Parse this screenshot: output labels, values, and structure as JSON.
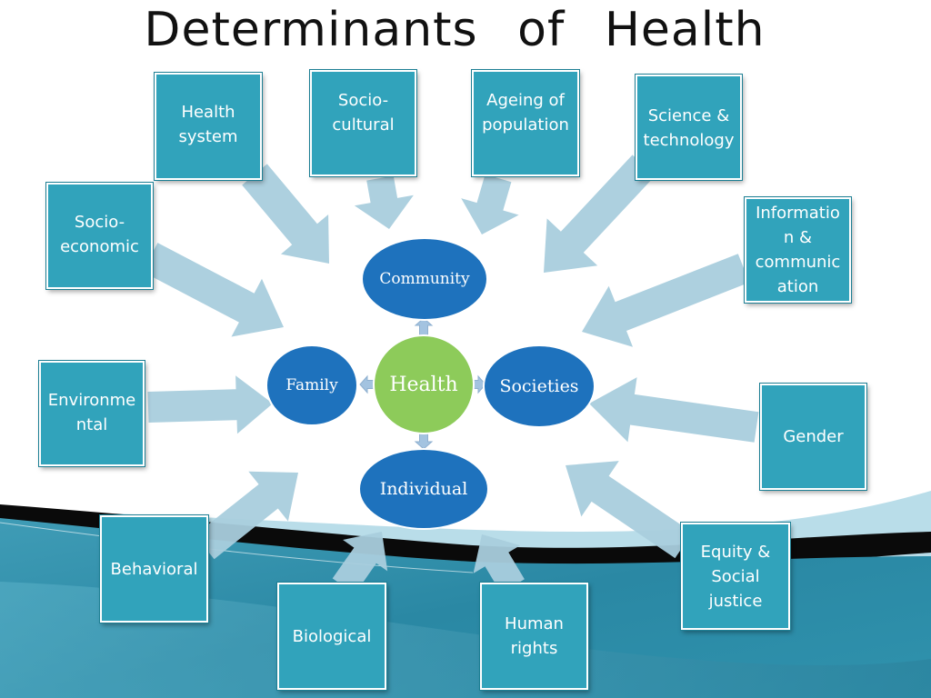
{
  "title": "Determinants   of   Health",
  "determinants": [
    {
      "id": "health-system",
      "label": "Health\nsystem"
    },
    {
      "id": "socio-cultural",
      "label": "Socio-\ncultural"
    },
    {
      "id": "ageing-of-population",
      "label": "Ageing of\npopulation"
    },
    {
      "id": "science-technology",
      "label": "Science &\ntechnology"
    },
    {
      "id": "socio-economic",
      "label": "Socio-\neconomic"
    },
    {
      "id": "information-communication",
      "label": "Informatio\nn &\ncommunic\nation"
    },
    {
      "id": "environmental",
      "label": "Environme\nntal"
    },
    {
      "id": "gender",
      "label": "Gender"
    },
    {
      "id": "behavioral",
      "label": "Behavioral"
    },
    {
      "id": "equity-social-justice",
      "label": "Equity &\nSocial\njustice"
    },
    {
      "id": "biological",
      "label": "Biological"
    },
    {
      "id": "human-rights",
      "label": "Human\nrights"
    }
  ],
  "center": {
    "label": "Health",
    "color": "#8dcb5a"
  },
  "nodes": {
    "community": "Community",
    "family": "Family",
    "societies": "Societies",
    "individual": "Individual"
  },
  "colors": {
    "box_fill": "#31a3bb",
    "arrow_fill": "#a9cddd",
    "node_fill": "#1e72bd"
  }
}
